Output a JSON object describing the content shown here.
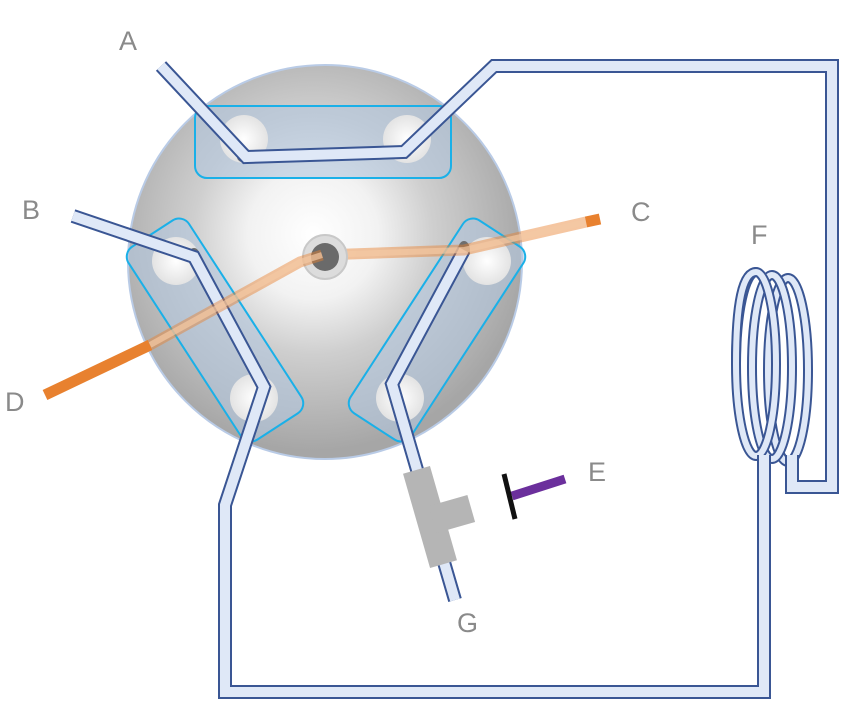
{
  "labels": {
    "a": "A",
    "b": "B",
    "c": "C",
    "d": "D",
    "e": "E",
    "f": "F",
    "g": "G"
  },
  "colors": {
    "tube_fill": "#dfe8f7",
    "tube_outline": "#3a5694",
    "groove_fill": "#b3c7dd",
    "groove_outline": "#1ab0e8",
    "sample_tube": "#e8812f",
    "injector_rod": "#6b2f9c",
    "needle_port": "#b5b5b5",
    "label_text": "#8a8a8a"
  }
}
